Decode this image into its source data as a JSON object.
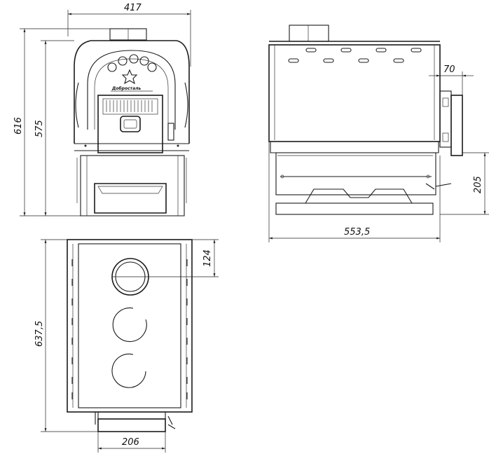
{
  "dimensions": {
    "front_width": "417",
    "front_total_height": "616",
    "front_body_height": "575",
    "side_depth": "553,5",
    "side_offset": "70",
    "side_height": "205",
    "top_depth": "637,5",
    "top_offset": "124",
    "top_width": "206"
  },
  "logo_text": "Добросталь"
}
